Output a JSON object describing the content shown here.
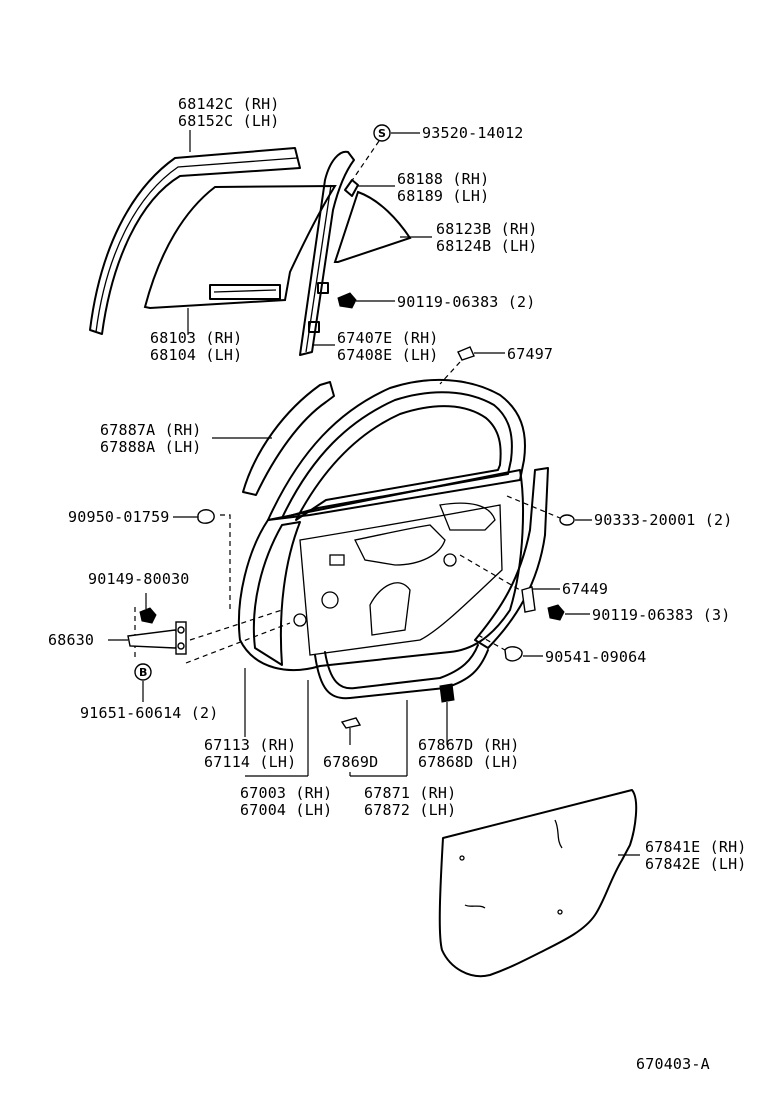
{
  "diagram_ref": "670403-A",
  "symbols": {
    "s_mark": "S",
    "b_mark": "B"
  },
  "labels": {
    "glass_channel": [
      "68142C (RH)",
      "68152C (LH)"
    ],
    "stud_bolt": "93520-14012",
    "channel_68188": [
      "68188 (RH)",
      "68189 (LH)"
    ],
    "quarter_glass": [
      "68123B (RH)",
      "68124B (LH)"
    ],
    "bolt_a": "90119-06383 (2)",
    "door_glass": [
      "68103 (RH)",
      "68104 (LH)"
    ],
    "division_bar": [
      "67407E (RH)",
      "67408E (LH)"
    ],
    "clip_67497": "67497",
    "weatherstrip_67887": [
      "67887A (RH)",
      "67888A (LH)"
    ],
    "plug_90950": "90950-01759",
    "plug_90333": "90333-20001 (2)",
    "bolt_90149": "90149-80030",
    "bracket_67449": "67449",
    "bolt_b": "90119-06383 (3)",
    "check_68630": "68630",
    "cushion_90541": "90541-09064",
    "bolt_91651": "91651-60614 (2)",
    "panel_67113": [
      "67113 (RH)",
      "67114 (LH)"
    ],
    "clip_67869": "67869D",
    "weatherstrip_67867": [
      "67867D (RH)",
      "67868D (LH)"
    ],
    "door_assy": [
      "67003 (RH)",
      "67004 (LH)"
    ],
    "weatherstrip_assy": [
      "67871 (RH)",
      "67872 (LH)"
    ],
    "service_hole_cover": [
      "67841E (RH)",
      "67842E (LH)"
    ]
  }
}
